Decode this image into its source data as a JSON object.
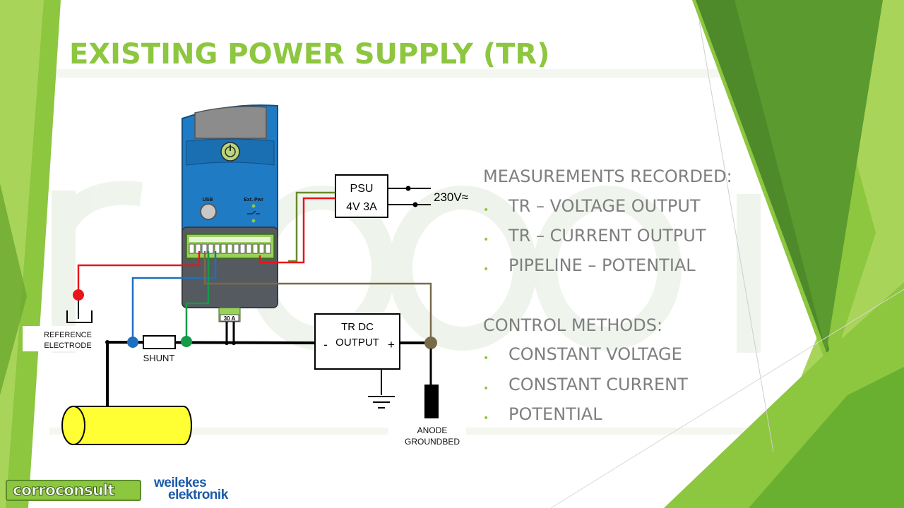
{
  "slide": {
    "title": "EXISTING POWER SUPPLY (TR)",
    "colors": {
      "accent": "#8dc63f",
      "text_gray": "#7f7f7f",
      "dark_green": "#4e8a2a"
    }
  },
  "measurements": {
    "heading": "MEASUREMENTS RECORDED:",
    "items": [
      "TR – VOLTAGE OUTPUT",
      "TR – CURRENT OUTPUT",
      "PIPELINE – POTENTIAL"
    ]
  },
  "control": {
    "heading": "CONTROL METHODS:",
    "items": [
      "CONSTANT VOLTAGE",
      "CONSTANT CURRENT",
      "POTENTIAL"
    ]
  },
  "diagram": {
    "device": {
      "usb_label": "USB",
      "ext_pwr_label": "Ext. Pwr",
      "connector_label": "30 A"
    },
    "psu": {
      "line1": "PSU",
      "line2": "4V 3A",
      "mains": "230V≈"
    },
    "tr": {
      "line1": "TR DC",
      "line2": "OUTPUT",
      "minus": "-",
      "plus": "+"
    },
    "reference_electrode": {
      "line1": "REFERENCE",
      "line2": "ELECTRODE"
    },
    "shunt": "SHUNT",
    "anode": {
      "line1": "ANODE",
      "line2": "GROUNDBED"
    },
    "wire_colors": {
      "red": "#e8141b",
      "blue": "#1f6fbf",
      "green": "#149a48",
      "brown": "#7a6a4a",
      "olive": "#6a8a2a"
    }
  },
  "logos": {
    "corroconsult": "corroconsult",
    "weilekes_line1": "weilekes",
    "weilekes_line2": "elektronik"
  }
}
